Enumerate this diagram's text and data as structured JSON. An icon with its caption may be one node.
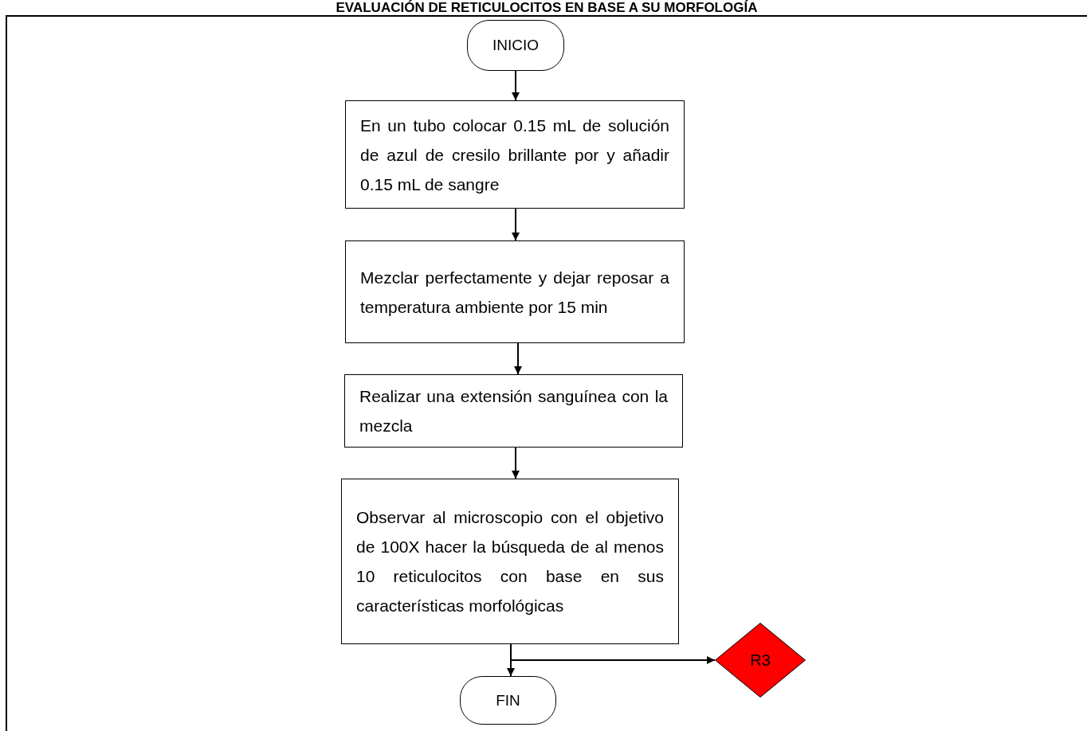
{
  "diagram": {
    "title": "EVALUACIÓN DE RETICULOCITOS EN BASE A SU MORFOLOGÍA",
    "nodes": [
      {
        "text": [
          "INICIO"
        ]
      },
      {
        "text": [
          "En un tubo colocar 0.15 mL de solución de azul de cresilo brillante por y añadir 0.15 mL de sangre"
        ]
      },
      {
        "text": [
          "Mezclar perfectamente y dejar reposar a temperatura ambiente por 15 min"
        ]
      },
      {
        "text": [
          "Realizar una extensión sanguínea con la mezcla"
        ]
      },
      {
        "text": [
          "Observar al microscopio con el objetivo de 100X hacer la búsqueda de al menos 10 reticulocitos con base en sus características morfológicas"
        ]
      },
      {
        "text": [
          "FIN"
        ]
      },
      {
        "text": [
          "R3"
        ]
      }
    ],
    "edges": [
      {
        "from": 0,
        "to": 1,
        "arrow": "to"
      },
      {
        "from": 1,
        "to": 2,
        "arrow": "to"
      },
      {
        "from": 2,
        "to": 3,
        "arrow": "to"
      },
      {
        "from": 3,
        "to": 4,
        "arrow": "to"
      },
      {
        "from": 4,
        "to": 5,
        "arrow": "to"
      },
      {
        "from": 4,
        "to": 6,
        "arrow": "to"
      }
    ]
  }
}
